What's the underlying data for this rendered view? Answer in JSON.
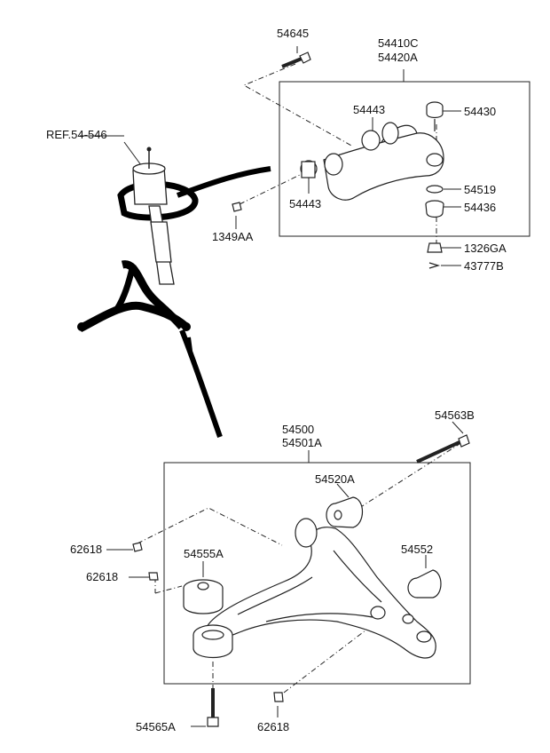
{
  "diagram": {
    "ref_label": "REF.54-546",
    "upper_arm": {
      "assembly_numbers": [
        "54410C",
        "54420A"
      ],
      "parts": {
        "bolt": "54645",
        "bushing_rear": "54443",
        "bushing_front": "54443",
        "ball_joint": "54430",
        "snap_ring": "54519",
        "dust_cover": "54436",
        "nut_ball_joint": "1326GA",
        "cotter_pin": "43777B",
        "nut_bolt": "1349AA"
      }
    },
    "lower_arm": {
      "assembly_numbers": [
        "54500",
        "54501A"
      ],
      "parts": {
        "bolt_front": "54563B",
        "bushing_front": "54520A",
        "bushing_rear": "54552",
        "bushing_g": "54555A",
        "nut_a": "62618",
        "nut_b": "62618",
        "nut_c": "62618",
        "bolt_rear": "54565A"
      }
    }
  }
}
